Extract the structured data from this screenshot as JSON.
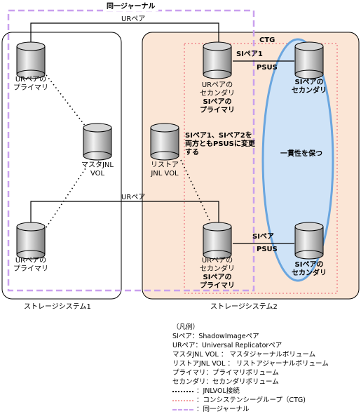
{
  "title_same_journal": "同一ジャーナル",
  "ur_pair_label": "URペア",
  "ctg_label": "CTG",
  "storage_left": {
    "caption": "ストレージシステム1",
    "primary_top": [
      "URペアの",
      "プライマリ"
    ],
    "master_jnl": [
      "マスタJNL",
      "VOL"
    ],
    "primary_bottom": [
      "URペアの",
      "プライマリ"
    ]
  },
  "storage_right": {
    "caption": "ストレージシステム2",
    "restore_jnl": [
      "リストア",
      "JNL VOL"
    ],
    "sec_top": [
      "URペアの",
      "セカンダリ",
      "SIペアの",
      "プライマリ"
    ],
    "sec_bottom": [
      "URペアの",
      "セカンダリ",
      "SIペアの",
      "プライマリ"
    ],
    "si_pair1": "SIペア1",
    "si_pair2": "SIペア",
    "psus1": "PSUS",
    "psus2": "PSUS",
    "note": [
      "SIペア1、SIペア2を",
      "両方ともPSUSに変更",
      "する"
    ],
    "si_sec_top": [
      "SIペアの",
      "セカンダリ"
    ],
    "si_sec_bottom": [
      "SIペアの",
      "セカンダリ"
    ],
    "consistency": "一貫性を保つ"
  },
  "legend": {
    "title": "（凡例）",
    "lines": [
      "SIペア：ShadowImageペア",
      "URペア：Universal Replicatorペア",
      "マスタJNL VOL ： マスタジャーナルボリューム",
      "リストアJNL VOL ： リストアジャーナルボリューム",
      "プライマリ：プライマリボリューム",
      "セカンダリ：セカンダリボリューム"
    ],
    "symbols": [
      {
        "style": "dotted-black",
        "text": "：JNLVOL接続"
      },
      {
        "style": "dotted-pink",
        "text": "：コンシステンシーグループ（CTG)"
      },
      {
        "style": "dashed-purple",
        "text": "：同一ジャーナル"
      }
    ]
  },
  "colors": {
    "storage2_fill": "#fbe6d6",
    "ellipse_fill": "#cfe3f7",
    "ellipse_stroke": "#6aa6df",
    "ctg_pink": "#f3a0a0",
    "journal_purple": "#c9a0ee"
  }
}
